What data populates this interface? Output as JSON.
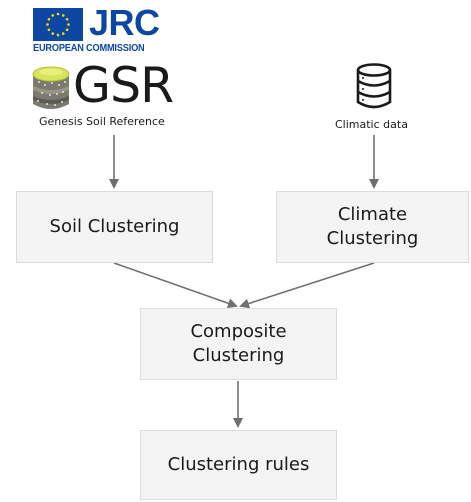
{
  "logos": {
    "jrc": {
      "text": "JRC",
      "subtitle": "EUROPEAN COMMISSION",
      "brand_color": "#0e47a1",
      "star_color": "#ffdd00"
    },
    "gsr": {
      "text": "GSR",
      "subtitle": "Genesis Soil Reference"
    }
  },
  "inputs": {
    "climatic": {
      "label": "Climatic data",
      "icon": "database-icon"
    }
  },
  "nodes": {
    "soil_clustering": "Soil Clustering",
    "climate_clustering": "Climate\nClustering",
    "composite_clustering": "Composite\nClustering",
    "clustering_rules": "Clustering rules"
  },
  "colors": {
    "box_fill": "#f4f4f4",
    "box_border": "#dcdcdc",
    "arrow": "#6f6f6f"
  }
}
